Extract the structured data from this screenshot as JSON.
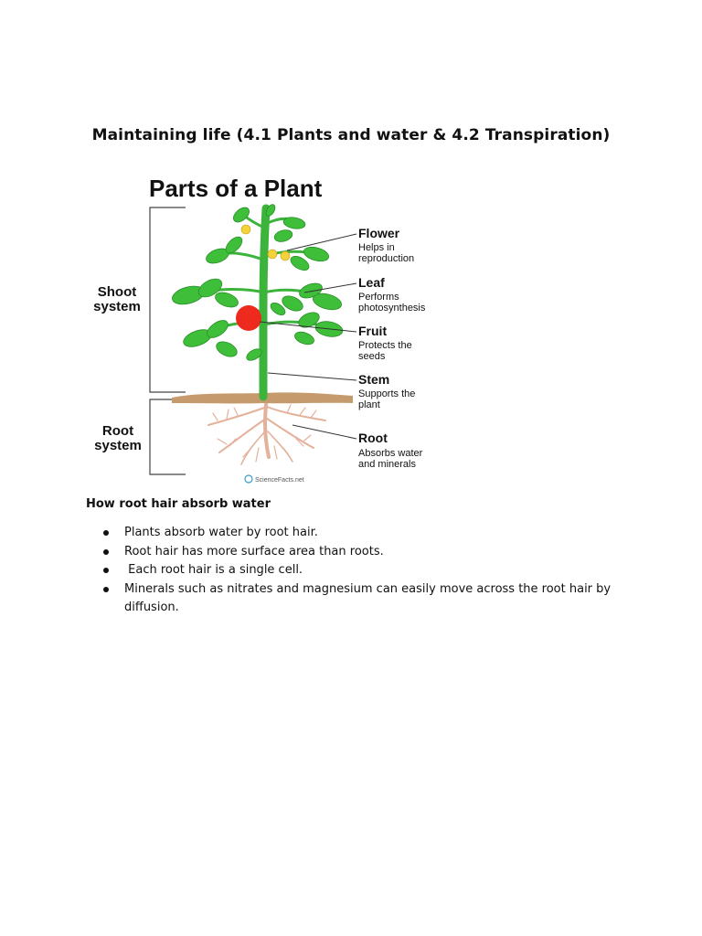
{
  "document": {
    "title": "Maintaining life (4.1 Plants and water & 4.2 Transpiration)"
  },
  "figure": {
    "heading": "Parts of a Plant",
    "systems": [
      {
        "line1": "Shoot",
        "line2": "system"
      },
      {
        "line1": "Root",
        "line2": "system"
      }
    ],
    "parts": [
      {
        "name": "Flower",
        "desc1": "Helps in",
        "desc2": "reproduction"
      },
      {
        "name": "Leaf",
        "desc1": "Performs",
        "desc2": "photosynthesis"
      },
      {
        "name": "Fruit",
        "desc1": "Protects the",
        "desc2": "seeds"
      },
      {
        "name": "Stem",
        "desc1": "Supports the",
        "desc2": "plant"
      },
      {
        "name": "Root",
        "desc1": "Absorbs water",
        "desc2": "and minerals"
      }
    ],
    "credit": "ScienceFacts.net",
    "colors": {
      "stem": "#3cb43c",
      "leaf": "#3fbe3a",
      "fruit": "#ee2a1e",
      "flower": "#f4d23a",
      "soil": "#c59b6d",
      "root": "#e9b8a0"
    }
  },
  "section": {
    "heading": "How root hair absorb water",
    "bullets": [
      "Plants absorb water by root hair.",
      "Root hair has more surface area than roots.",
      " Each root hair is a single cell.",
      "Minerals such as nitrates and magnesium can easily move across the root hair by diffusion."
    ]
  }
}
